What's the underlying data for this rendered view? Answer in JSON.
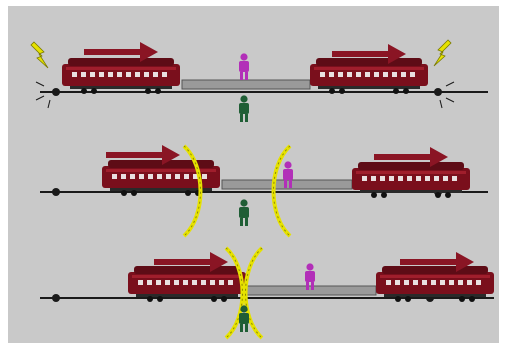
{
  "diagram": {
    "colors": {
      "background": "#c9c9c9",
      "border": "#ffffff",
      "car_body": "#7a0f1c",
      "car_roof": "#5e0c16",
      "car_stripe": "#a01e2c",
      "window_marks": "#e9dfe0",
      "arrow": "#8a1524",
      "track": "#1a1a1a",
      "lightning": "#e6e200",
      "lightning_outline": "#7a7a00",
      "person_on_train": "#b22fb8",
      "person_on_platform": "#1f5e35"
    },
    "panels": [
      {
        "id": "panel-1",
        "description_icon": "simultaneous-lightning",
        "cars": [
          {
            "id": "left-car",
            "direction": "right"
          },
          {
            "id": "right-car",
            "direction": "right"
          }
        ],
        "lightning": [
          "left-end",
          "right-end"
        ],
        "people": [
          "observer-on-train",
          "observer-on-platform"
        ]
      },
      {
        "id": "panel-2",
        "description_icon": "light-fronts-approaching",
        "cars": [
          {
            "id": "left-car",
            "direction": "right"
          },
          {
            "id": "right-car",
            "direction": "right"
          }
        ],
        "light_fronts": [
          "left-front",
          "right-front"
        ],
        "people": [
          "observer-on-train",
          "observer-on-platform"
        ]
      },
      {
        "id": "panel-3",
        "description_icon": "light-fronts-meet-at-platform-observer",
        "cars": [
          {
            "id": "left-car",
            "direction": "right"
          },
          {
            "id": "right-car",
            "direction": "right"
          }
        ],
        "light_fronts": [
          "left-front",
          "right-front"
        ],
        "people": [
          "observer-on-train",
          "observer-on-platform"
        ]
      }
    ]
  }
}
